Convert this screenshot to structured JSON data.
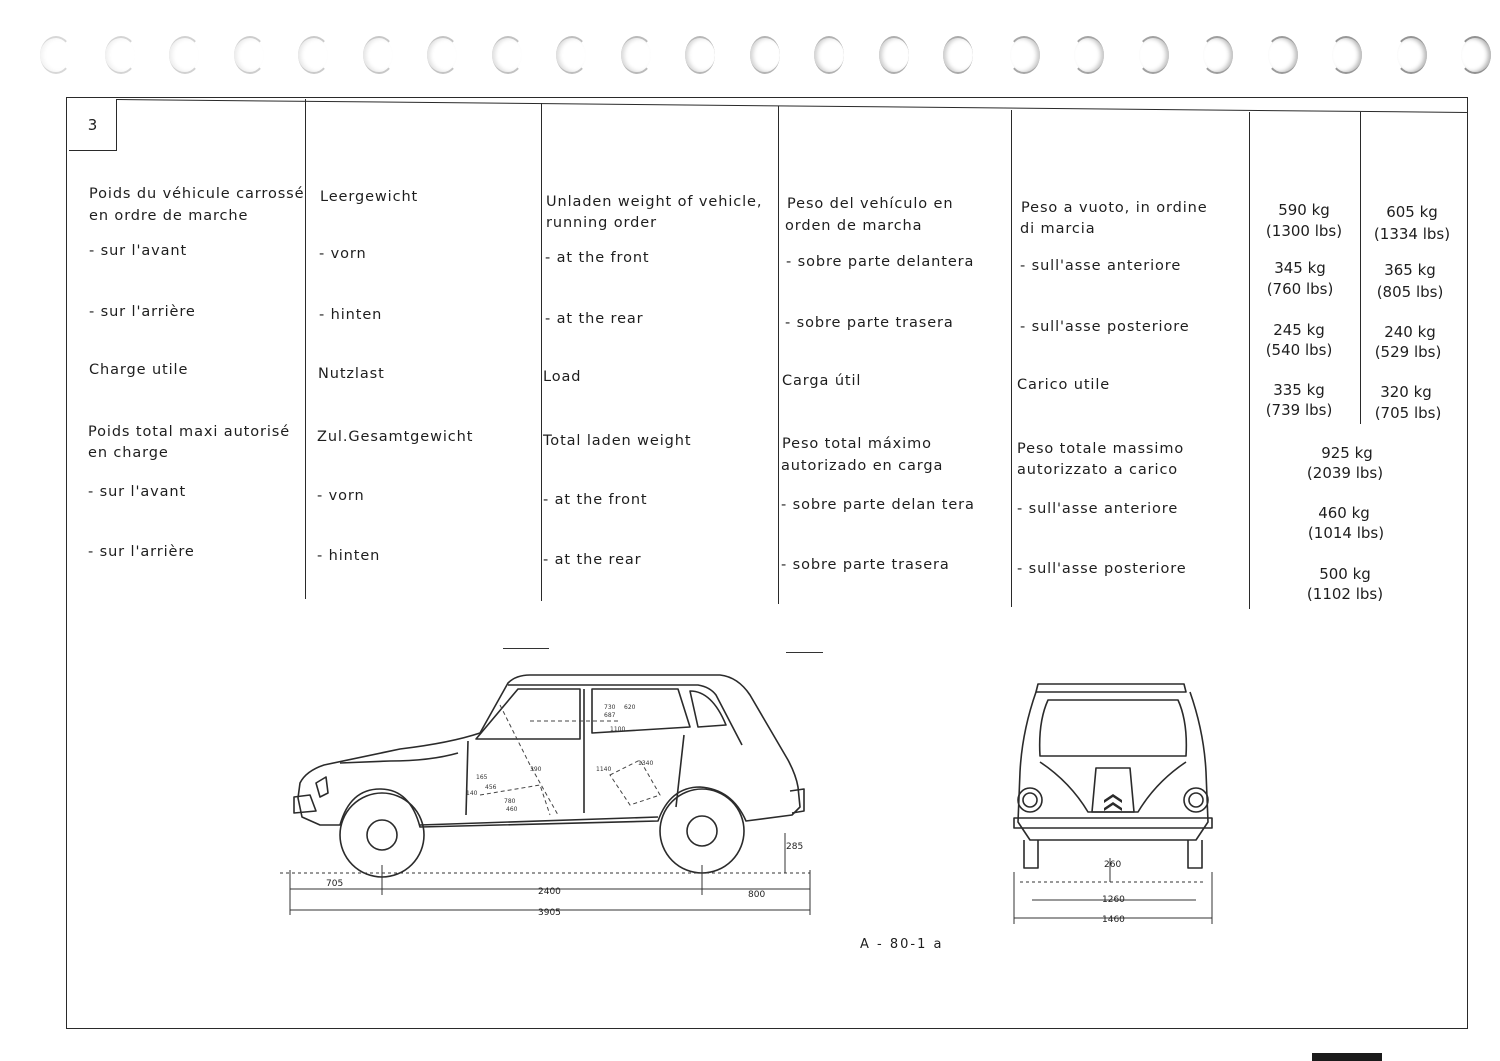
{
  "page": {
    "number": "3",
    "figure_ref": "A - 80-1 a"
  },
  "columns": {
    "french": {
      "unladen": "Poids du véhicule carrossé",
      "unladen_2": "en ordre de marche",
      "front": "- sur l'avant",
      "rear": "- sur l'arrière",
      "load": "Charge utile",
      "total": "Poids total maxi autorisé",
      "total_2": "en charge",
      "total_front": "- sur l'avant",
      "total_rear": "- sur l'arrière"
    },
    "german": {
      "unladen": "Leergewicht",
      "front": "- vorn",
      "rear": "- hinten",
      "load": "Nutzlast",
      "total": "Zul.Gesamtgewicht",
      "total_front": "- vorn",
      "total_rear": "- hinten"
    },
    "english": {
      "unladen": "Unladen weight of vehicle,",
      "unladen_2": "running order",
      "front": "- at the front",
      "rear": "- at the rear",
      "load": "Load",
      "total": "Total laden weight",
      "total_front": "- at the front",
      "total_rear": "- at the rear"
    },
    "spanish": {
      "unladen": "Peso del vehículo en",
      "unladen_2": "orden de marcha",
      "front": "- sobre parte delantera",
      "rear": "- sobre parte trasera",
      "load": "Carga útil",
      "total": "Peso total máximo",
      "total_2": "autorizado en carga",
      "total_front": "- sobre parte delan tera",
      "total_rear": "- sobre parte trasera"
    },
    "italian": {
      "unladen": "Peso a vuoto, in ordine",
      "unladen_2": "di marcia",
      "front": "- sull'asse anteriore",
      "rear": "- sull'asse posteriore",
      "load": "Carico utile",
      "total": "Peso totale massimo",
      "total_2": "autorizzato a carico",
      "total_front": "- sull'asse anteriore",
      "total_rear": "- sull'asse posteriore"
    }
  },
  "values": {
    "model_a": {
      "unladen_kg": "590 kg",
      "unladen_lbs": "(1300 lbs)",
      "front_kg": "345 kg",
      "front_lbs": "(760 lbs)",
      "rear_kg": "245 kg",
      "rear_lbs": "(540 lbs)",
      "load_kg": "335 kg",
      "load_lbs": "(739 lbs)"
    },
    "model_b": {
      "unladen_kg": "605 kg",
      "unladen_lbs": "(1334 lbs)",
      "front_kg": "365 kg",
      "front_lbs": "(805 lbs)",
      "rear_kg": "240 kg",
      "rear_lbs": "(529 lbs)",
      "load_kg": "320 kg",
      "load_lbs": "(705 lbs)"
    },
    "shared": {
      "total_kg": "925 kg",
      "total_lbs": "(2039 lbs)",
      "total_front_kg": "460 kg",
      "total_front_lbs": "(1014 lbs)",
      "total_rear_kg": "500 kg",
      "total_rear_lbs": "(1102 lbs)"
    }
  },
  "side_view": {
    "dim_front_overhang": "705",
    "dim_wheelbase": "2400",
    "dim_rear_overhang": "800",
    "dim_length": "3905",
    "dim_clearance": "285",
    "interior_labels": [
      "730",
      "620",
      "687",
      "1100",
      "1140",
      "1340",
      "165",
      "390",
      "140",
      "456",
      "780",
      "460"
    ]
  },
  "front_view": {
    "dim_clearance": "260",
    "dim_track": "1260",
    "dim_width": "1460"
  }
}
